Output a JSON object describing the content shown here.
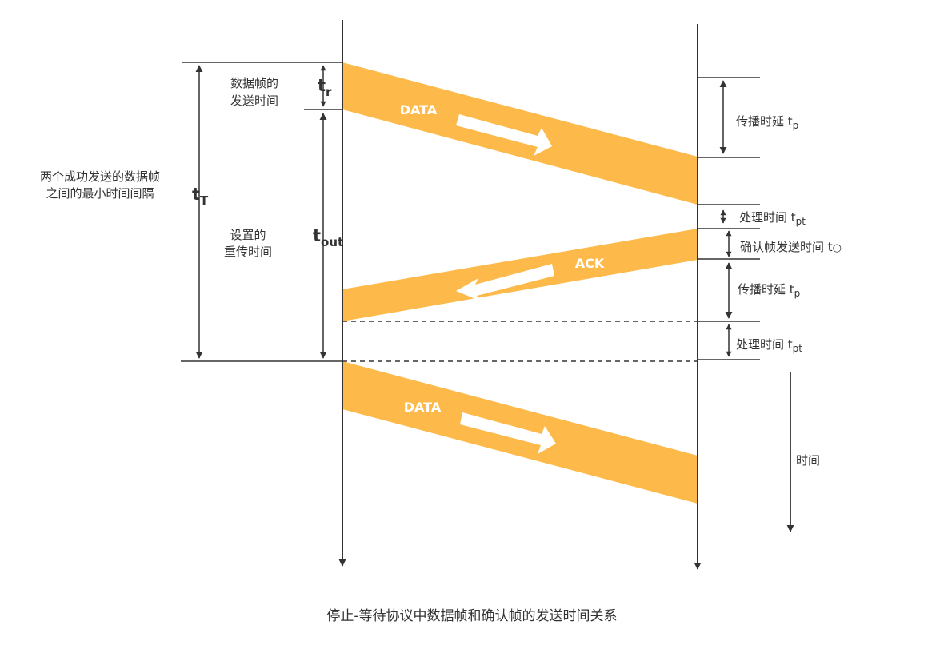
{
  "colors": {
    "band": "#FDBA4A",
    "line": "#333333",
    "text": "#333333",
    "band_text": "#ffffff"
  },
  "frames": {
    "data1": "DATA",
    "ack": "ACK",
    "data2": "DATA"
  },
  "left_labels": {
    "frame_send_time_line1": "数据帧的",
    "frame_send_time_line2": "发送时间",
    "min_interval_line1": "两个成功发送的数据帧",
    "min_interval_line2": "之间的最小时间间隔",
    "retransmit_line1": "设置的",
    "retransmit_line2": "重传时间",
    "tr_main": "t",
    "tr_sub": "r",
    "tT_main": "t",
    "tT_sub": "T",
    "tout_main": "t",
    "tout_sub": "out"
  },
  "right_labels": {
    "prop_delay_1": "传播时延 t",
    "prop_delay_1_sub": "p",
    "proc_time_1": "处理时间 t",
    "proc_time_1_sub": "pt",
    "ack_send_time": "确认帧发送时间 t",
    "ack_send_time_sub": "○",
    "prop_delay_2": "传播时延 t",
    "prop_delay_2_sub": "p",
    "proc_time_2": "处理时间 t",
    "proc_time_2_sub": "pt",
    "time_axis": "时间"
  },
  "caption": "停止-等待协议中数据帧和确认帧的发送时间关系"
}
